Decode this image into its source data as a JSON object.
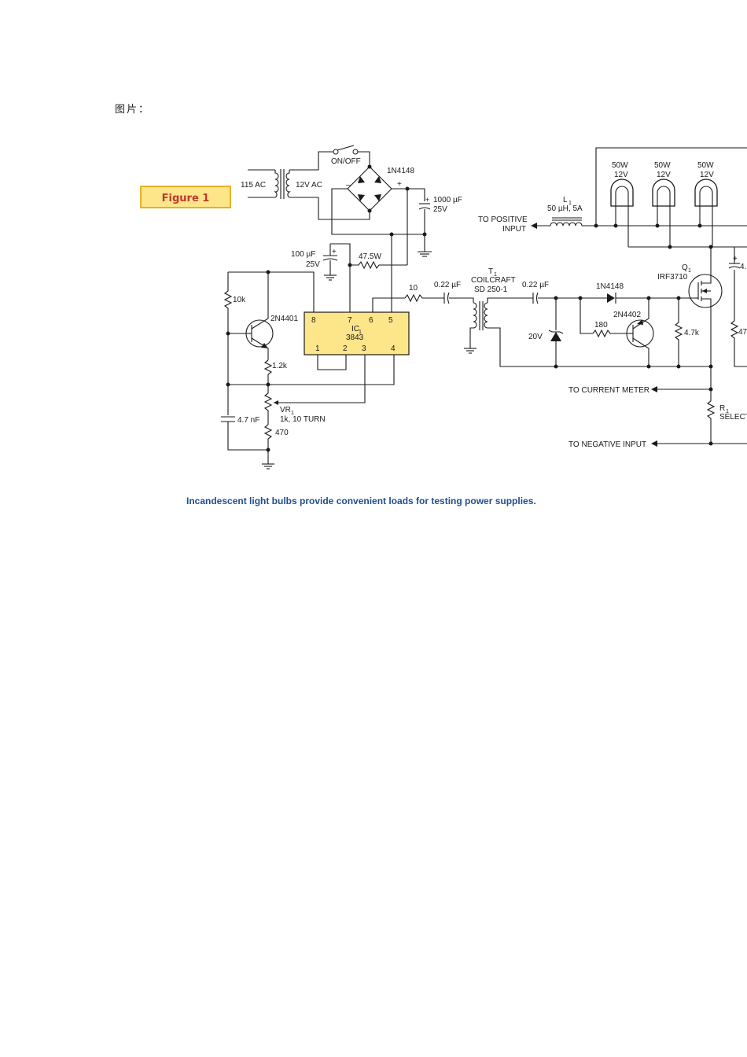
{
  "page_label": "图片：",
  "figure_badge": "Figure 1",
  "caption": "Incandescent light bulbs provide convenient loads for testing power supplies.",
  "colors": {
    "badge_fill": "#fde58a",
    "badge_border": "#e0a300",
    "badge_text": "#c0392b",
    "caption": "#1f4e8c",
    "ic_fill": "#fde58a"
  },
  "labels": {
    "ac_in": "115 AC",
    "ac_sec": "12V AC",
    "switch": "ON/OFF",
    "bridge": "1N4148",
    "bridge_minus": "–",
    "bridge_plus": "+",
    "c1000_val": "1000 µF",
    "c1000_v": "25V",
    "c100_val": "100 µF",
    "c100_v": "25V",
    "c100_plus": "+",
    "r47": "47.5W",
    "r10k": "10k",
    "q2n4401": "2N4401",
    "r1k2": "1.2k",
    "vr1": "VR",
    "vr1_sub": "1",
    "vr1_val": "1k, 10 TURN",
    "c47nf": "4.7 nF",
    "r470": "470",
    "ic_name": "IC",
    "ic_sub": "1",
    "ic_part": "3843",
    "pin8": "8",
    "pin7": "7",
    "pin6": "6",
    "pin5": "5",
    "pin1": "1",
    "pin2": "2",
    "pin3": "3",
    "pin4": "4",
    "r10": "10",
    "c022a": "0.22 µF",
    "t1": "T",
    "t1_sub": "1",
    "t1_mfr": "COILCRAFT",
    "t1_part": "SD 250-1",
    "c022b": "0.22 µF",
    "d1n4148": "1N4148",
    "q2n4402": "2N4402",
    "r180": "180",
    "z20v": "20V",
    "r4k7": "4.7k",
    "l1": "L",
    "l1_sub": "1",
    "l1_val": "50 µH, 5A",
    "to_pos_1": "TO POSITIVE",
    "to_pos_2": "INPUT",
    "bulb1_w": "50W",
    "bulb1_v": "12V",
    "bulb2_w": "50W",
    "bulb2_v": "12V",
    "bulb3_w": "50W",
    "bulb3_v": "12V",
    "q1": "Q",
    "q1_sub": "1",
    "q1_part": "IRF3710",
    "c_right_plus": "+",
    "c_right": "4.",
    "r_right": "47",
    "to_meter": "TO CURRENT METER",
    "r1": "R",
    "r1_sub": "1",
    "r1_val": "SELECT",
    "to_neg": "TO NEGATIVE INPUT"
  }
}
